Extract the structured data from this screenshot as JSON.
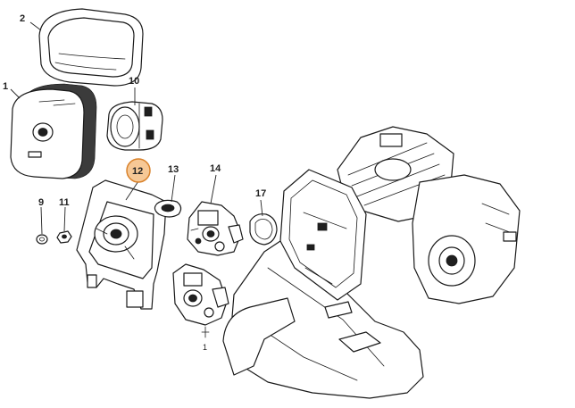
{
  "diagram": {
    "highlight_color": "#f6c896",
    "highlight_stroke": "#d9822b",
    "callouts": [
      {
        "id": "c1",
        "label": "1",
        "part": "air-filter"
      },
      {
        "id": "c2",
        "label": "2",
        "part": "prefilter-sleeve"
      },
      {
        "id": "c9",
        "label": "9",
        "part": "washer"
      },
      {
        "id": "c10",
        "label": "10",
        "part": "filter-insert"
      },
      {
        "id": "c11",
        "label": "11",
        "part": "nut"
      },
      {
        "id": "c12",
        "label": "12",
        "part": "filter-base",
        "highlighted": true
      },
      {
        "id": "c13",
        "label": "13",
        "part": "gasket"
      },
      {
        "id": "c14",
        "label": "14",
        "part": "carburetor-upper"
      },
      {
        "id": "c17",
        "label": "17",
        "part": "ring-gasket"
      }
    ],
    "bottom_mark": "1"
  }
}
